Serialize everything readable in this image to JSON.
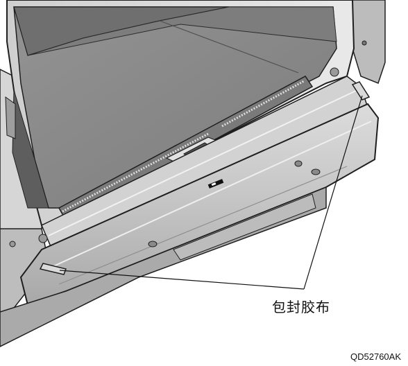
{
  "callout": {
    "label": "包封胶布"
  },
  "figure": {
    "code": "QD52760AK"
  },
  "colors": {
    "body_light": "#e6e6e6",
    "body_mid": "#c9c9c9",
    "body_dark": "#9a9a9a",
    "cargo_floor": "#8c8c8c",
    "cargo_dark": "#6f6f6f",
    "outline": "#1e1e1e",
    "tape": "#d9d9d9"
  },
  "parts": [
    "cargo-area",
    "tailgate-opening",
    "sill-scuff-plate",
    "rear-bumper",
    "parking-sensor",
    "tape-left",
    "tape-right"
  ]
}
